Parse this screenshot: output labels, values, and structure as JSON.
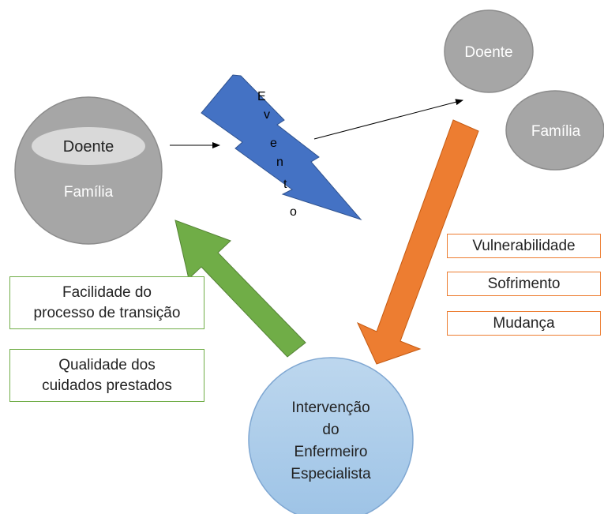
{
  "left_circle": {
    "inner_label": "Doente",
    "outer_label": "Família"
  },
  "event_letters": [
    "E",
    "v",
    "e",
    "n",
    "t",
    "o"
  ],
  "right_group": {
    "doente": "Doente",
    "familia": "Família"
  },
  "intervention": {
    "lines": [
      "Intervenção",
      "do",
      "Enfermeiro",
      "Especialista"
    ]
  },
  "outcomes": [
    {
      "lines": [
        "Facilidade do",
        "processo de transição"
      ]
    },
    {
      "lines": [
        "Qualidade dos",
        "cuidados prestados"
      ]
    }
  ],
  "factors": [
    "Vulnerabilidade",
    "Sofrimento",
    "Mudança"
  ],
  "colors": {
    "gray_fill": "#a6a6a6",
    "gray_inner": "#d9d9d9",
    "lightning_blue": "#4472c4",
    "orange": "#ed7d31",
    "green": "#70ad47",
    "intervention_blue": "#9dc3e6"
  }
}
